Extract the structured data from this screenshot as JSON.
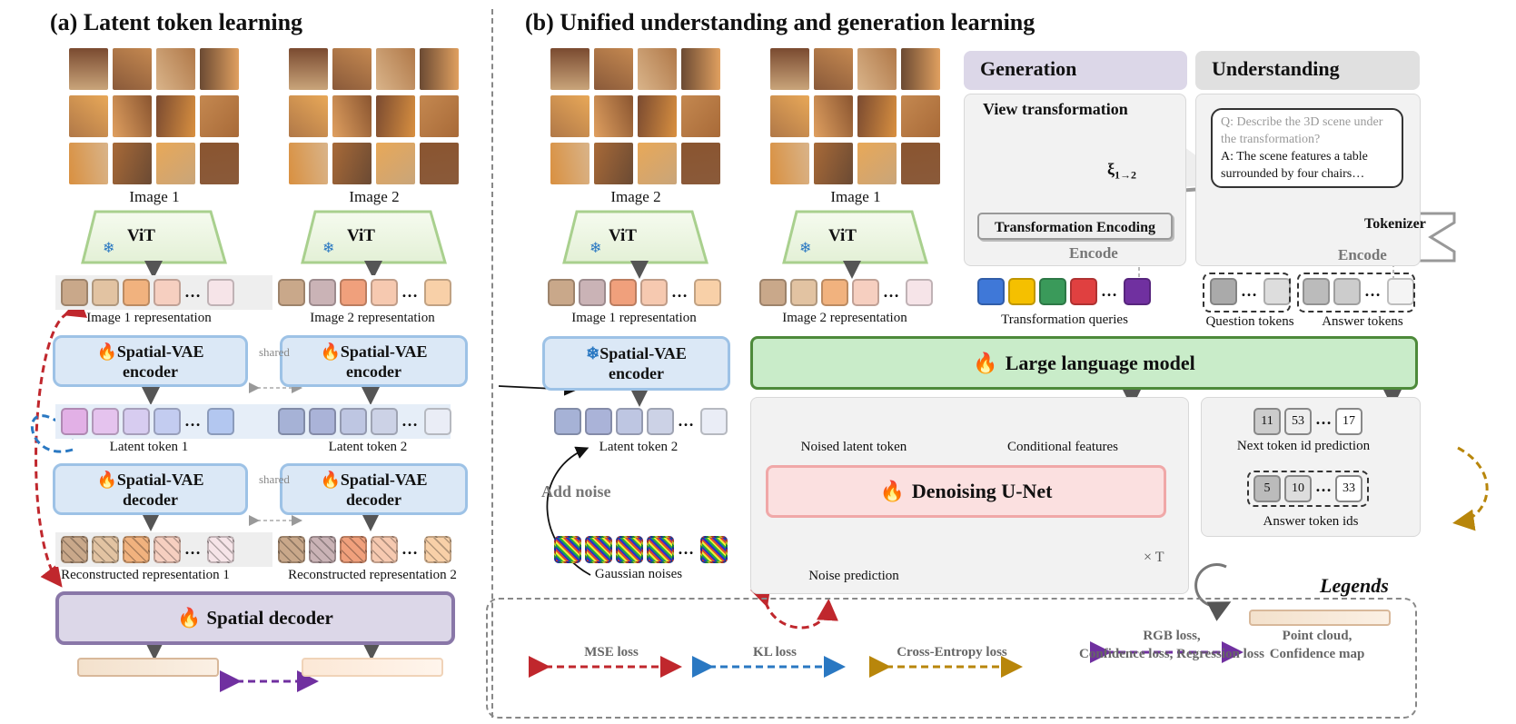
{
  "titles": {
    "a": "(a) Latent token learning",
    "b": "(b) Unified understanding and generation learning"
  },
  "left": {
    "image1": "Image 1",
    "image2": "Image 2",
    "vit": "ViT",
    "rep1": "Image 1 representation",
    "rep2": "Image 2 representation",
    "enc_line1": "Spatial-VAE",
    "enc_line2": "encoder",
    "dec_line1": "Spatial-VAE",
    "dec_line2": "decoder",
    "shared": "shared",
    "latent1": "Latent token 1",
    "latent2": "Latent token 2",
    "recon1": "Reconstructed representation 1",
    "recon2": "Reconstructed representation 2",
    "spatial_decoder": "Spatial decoder"
  },
  "mid": {
    "image2": "Image 2",
    "image1": "Image 1",
    "vit": "ViT",
    "rep1": "Image 1 representation",
    "rep2": "Image 2 representation",
    "enc_line1": "Spatial-VAE",
    "enc_line2": "encoder",
    "latent2": "Latent token 2",
    "add_noise": "Add noise",
    "gaussian": "Gaussian noises"
  },
  "generation": {
    "header": "Generation",
    "view_transformation": "View transformation",
    "xi": "ξ",
    "xi_sub": "1→2",
    "transform_encoding": "Transformation Encoding",
    "encode": "Encode",
    "queries": "Transformation queries"
  },
  "understanding": {
    "header": "Understanding",
    "q": "Q: Describe the 3D scene under the transformation?",
    "a": "A: The scene features a table surrounded by four chairs…",
    "tokenizer": "Tokenizer",
    "encode": "Encode",
    "question_tokens": "Question tokens",
    "answer_tokens": "Answer tokens"
  },
  "llm": "Large language model",
  "diffusion": {
    "noised_latent": "Noised latent token",
    "conditional": "Conditional features",
    "unet": "Denoising U-Net",
    "noise_pred": "Noise prediction",
    "times_t": "× T"
  },
  "prediction": {
    "next_ids": [
      "11",
      "53",
      "17"
    ],
    "next_label": "Next token id prediction",
    "answer_ids": [
      "5",
      "10",
      "33"
    ],
    "answer_label": "Answer token ids"
  },
  "legends": {
    "title": "Legends",
    "mse": "MSE loss",
    "kl": "KL loss",
    "ce": "Cross-Entropy loss",
    "rgb_line1": "RGB loss,",
    "rgb_line2": "Confidence loss, Regression loss",
    "pc_line1": "Point cloud,",
    "pc_line2": "Confidence map"
  },
  "colors": {
    "mse": "#c0272d",
    "kl": "#2a78c2",
    "ce": "#b8860b",
    "rgb": "#7030a0",
    "llm_fill": "#c9ecc9",
    "llm_border": "#4d8a3a",
    "unet_fill": "#fbe0e0",
    "unet_border": "#f0a8a8",
    "spatial_dec_fill": "#dcd7e8",
    "spatial_dec_border": "#8977a8"
  }
}
